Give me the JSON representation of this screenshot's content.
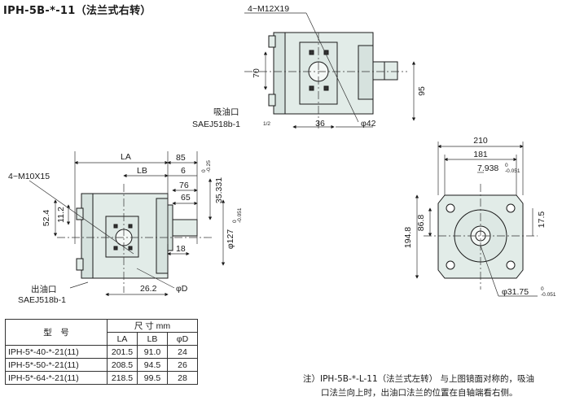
{
  "title": "IPH-5B-*-11（法兰式右转）",
  "top_view": {
    "bolt_label": "4~M12X19",
    "dims": {
      "height_left": "70",
      "height_right": "95",
      "width_bottom": "36",
      "dia": "φ42"
    },
    "port_label": "吸油口",
    "port_std": "SAEJ518b-1",
    "port_std_frac": "1/2"
  },
  "side_view": {
    "bolt_label": "4~M10X15",
    "dims": {
      "LA": "LA",
      "LB": "LB",
      "d85": "85",
      "d6": "6",
      "d76": "76",
      "d65": "65",
      "d18": "18",
      "d262": "26.2",
      "phiD": "φD",
      "d524": "52.4",
      "d112": "11.2",
      "phi127": "φ127",
      "phi127_tol": "-0.051",
      "phi127_tol2": "0",
      "d35331": "35.331",
      "d35331_tol": "-0.25",
      "d35331_tol2": "0"
    },
    "port_label": "出油口",
    "port_std": "SAEJ518b-1"
  },
  "front_view": {
    "dims": {
      "d210": "210",
      "d181": "181",
      "d7938": "7.938",
      "d7938_tol": "-0.051",
      "d7938_tol2": "0",
      "d868": "86.8",
      "d1948": "194.8",
      "d175": "17.5",
      "phi3175": "φ31.75",
      "phi3175_tol": "-0.051",
      "phi3175_tol2": "0"
    }
  },
  "table": {
    "header_model": "型　号",
    "header_size": "尺 寸 mm",
    "cols": [
      "LA",
      "LB",
      "φD"
    ],
    "rows": [
      {
        "model": "IPH-5*-40-*-21(11)",
        "LA": "201.5",
        "LB": "91.0",
        "D": "24"
      },
      {
        "model": "IPH-5*-50-*-21(11)",
        "LA": "208.5",
        "LB": "94.5",
        "D": "26"
      },
      {
        "model": "IPH-5*-64-*-21(11)",
        "LA": "218.5",
        "LB": "99.5",
        "D": "28"
      }
    ]
  },
  "note": {
    "line1": "注）IPH-5B-*-L-11（法兰式左转） 与上图镜面对称的，吸油",
    "line2": "口法兰向上时，出油口法兰的位置在自轴端看右侧。"
  },
  "colors": {
    "body_fill": "#e2ece8",
    "line": "#1a1a1a",
    "dim_line": "#333333"
  }
}
